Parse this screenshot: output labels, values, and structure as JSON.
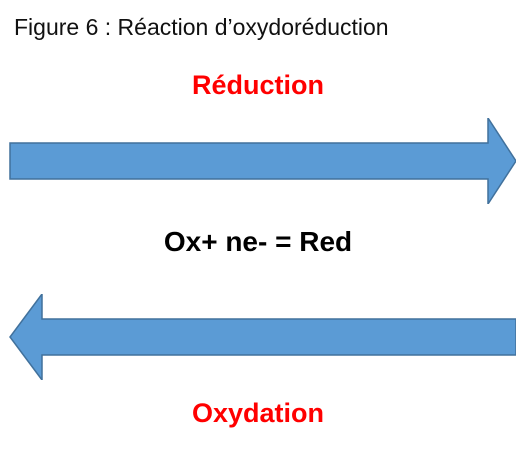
{
  "figure": {
    "caption": "Figure 6 :  Réaction d’oxydoréduction",
    "top_label": "Réduction",
    "equation": "Ox+ ne- = Red",
    "bottom_label": "Oxydation"
  },
  "colors": {
    "label_red": "#ff0000",
    "arrow_fill": "#5b9bd5",
    "arrow_stroke": "#41719c",
    "text": "#000000"
  },
  "icons": {
    "top_arrow": "arrow-right-icon",
    "bottom_arrow": "arrow-left-icon"
  }
}
